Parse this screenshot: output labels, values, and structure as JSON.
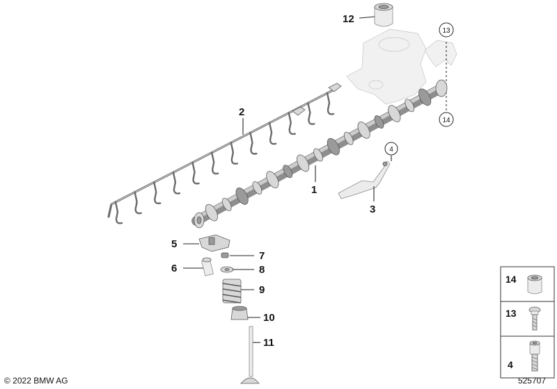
{
  "callouts": {
    "c1": "1",
    "c2": "2",
    "c3": "3",
    "c4": "4",
    "c5": "5",
    "c6": "6",
    "c7": "7",
    "c8": "8",
    "c9": "9",
    "c10": "10",
    "c11": "11",
    "c12": "12",
    "c13": "13",
    "c14": "14"
  },
  "legend": {
    "l14": "14",
    "l13": "13",
    "l4": "4"
  },
  "footer": {
    "copyright": "© 2022 BMW AG",
    "doc_number": "525707"
  }
}
